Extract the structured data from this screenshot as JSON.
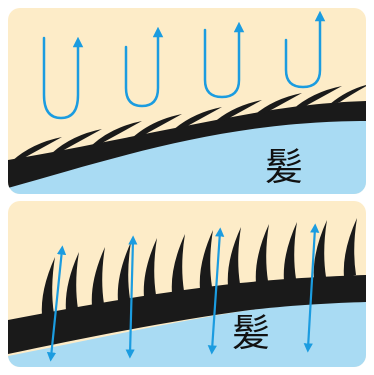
{
  "panels": [
    {
      "id": "top",
      "label": "髪",
      "arrow_style": "u-turn",
      "arrow_count": 4,
      "hair_strands": "flat"
    },
    {
      "id": "bottom",
      "label": "髪",
      "arrow_style": "double-headed",
      "arrow_count": 4,
      "hair_strands": "upright"
    }
  ],
  "colors": {
    "background": "#fdecc8",
    "liquid": "#a9dbf3",
    "hair": "#1a1a1a",
    "arrow": "#1b9ce0",
    "divider": "#ffffff"
  },
  "icons": [
    "u-turn-arrow-icon",
    "double-arrow-icon"
  ]
}
